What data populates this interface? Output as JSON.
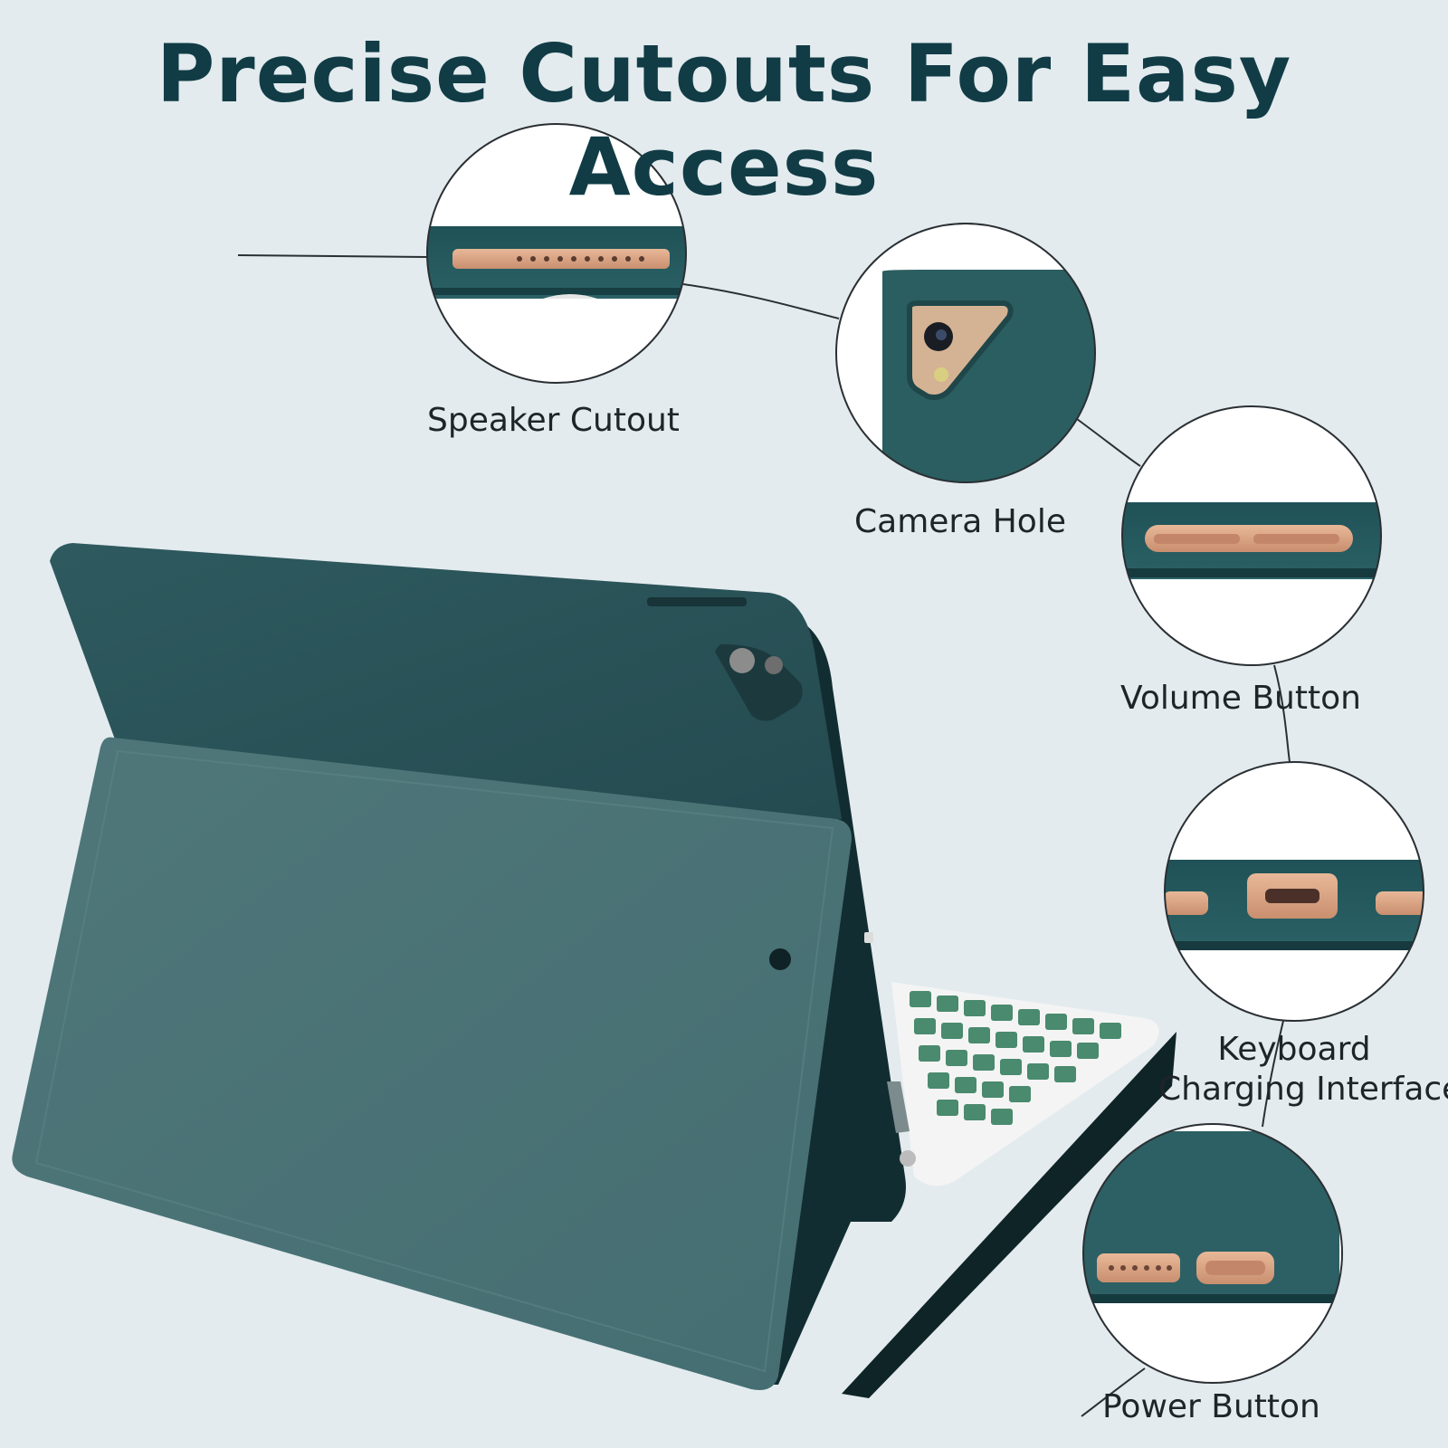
{
  "headline": "Precise Cutouts For Easy Access",
  "callouts": {
    "speaker": "Speaker Cutout",
    "camera": "Camera Hole",
    "volume": "Volume Button",
    "keyboard_line1": "Keyboard",
    "keyboard_line2": "Charging Interface",
    "power": "Power Button"
  },
  "colors": {
    "background": "#e3ebee",
    "case_green": "#2f5f61",
    "case_dark": "#1c3e42",
    "headline": "#113c46",
    "accent_rose_gold": "#d9a383",
    "key_green": "#4a8a6e"
  }
}
